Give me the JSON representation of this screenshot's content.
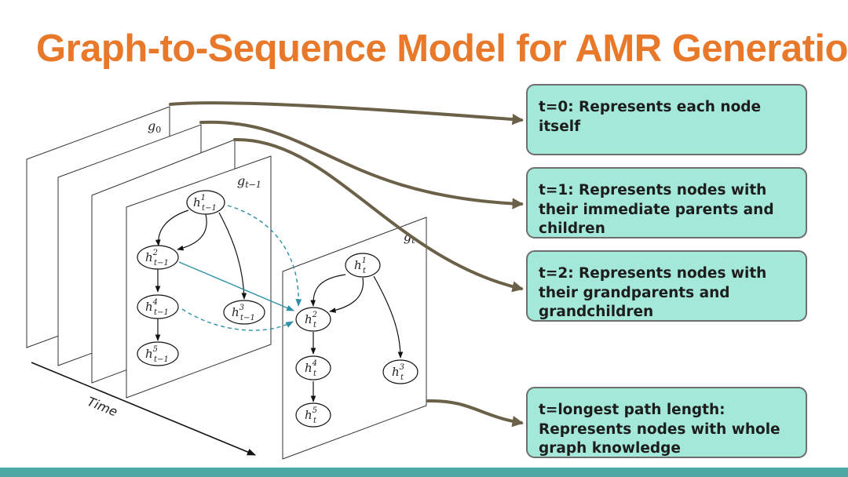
{
  "title": "Graph-to-Sequence Model for AMR Generation",
  "diagram": {
    "frame_labels": {
      "g0": "g",
      "g0_sub": "0",
      "gt1": "g",
      "gt1_sub": "t−1",
      "gt": "g",
      "gt_sub": "t"
    },
    "time_label": "Time",
    "nodes_prev": [
      {
        "base": "h",
        "sup": "1",
        "sub": "t−1"
      },
      {
        "base": "h",
        "sup": "2",
        "sub": "t−1"
      },
      {
        "base": "h",
        "sup": "4",
        "sub": "t−1"
      },
      {
        "base": "h",
        "sup": "3",
        "sub": "t−1"
      },
      {
        "base": "h",
        "sup": "5",
        "sub": "t−1"
      }
    ],
    "nodes_cur": [
      {
        "base": "h",
        "sup": "1",
        "sub": "t"
      },
      {
        "base": "h",
        "sup": "2",
        "sub": "t"
      },
      {
        "base": "h",
        "sup": "4",
        "sub": "t"
      },
      {
        "base": "h",
        "sup": "3",
        "sub": "t"
      },
      {
        "base": "h",
        "sup": "5",
        "sub": "t"
      }
    ]
  },
  "callouts": [
    {
      "text": "t=0: Represents each node itself"
    },
    {
      "text": "t=1: Represents nodes with their immediate parents and children"
    },
    {
      "text": "t=2: Represents nodes with their grandparents and grandchildren"
    },
    {
      "text": "t=longest path length: Represents nodes with whole graph knowledge"
    }
  ],
  "colors": {
    "title": "#e8792b",
    "callout_fill": "#a3e8d9",
    "arrow_brown": "#6b6148",
    "dashed_blue": "#2f8fa6",
    "bar": "#4ba8a4"
  }
}
